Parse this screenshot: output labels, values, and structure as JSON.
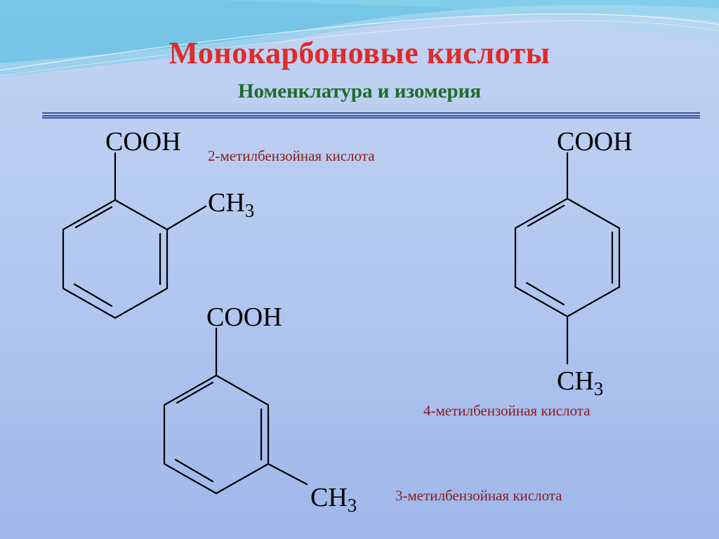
{
  "slide": {
    "title": "Монокарбоновые кислоты",
    "subtitle": "Номенклатура и изомерия"
  },
  "compounds": [
    {
      "group_top": "COOH",
      "substituent_base": "CH",
      "substituent_sub": "3",
      "name": "2-метилбензойная кислота"
    },
    {
      "group_top": "COOH",
      "substituent_base": "CH",
      "substituent_sub": "3",
      "name": "3-метилбензойная кислота"
    },
    {
      "group_top": "COOH",
      "substituent_base": "CH",
      "substituent_sub": "3",
      "name": "4-метилбензойная кислота"
    }
  ],
  "colors": {
    "title": "#e02a2a",
    "subtitle": "#1f6b2a",
    "compound_name": "#8b1a1a",
    "divider": "#3a4fa0"
  }
}
